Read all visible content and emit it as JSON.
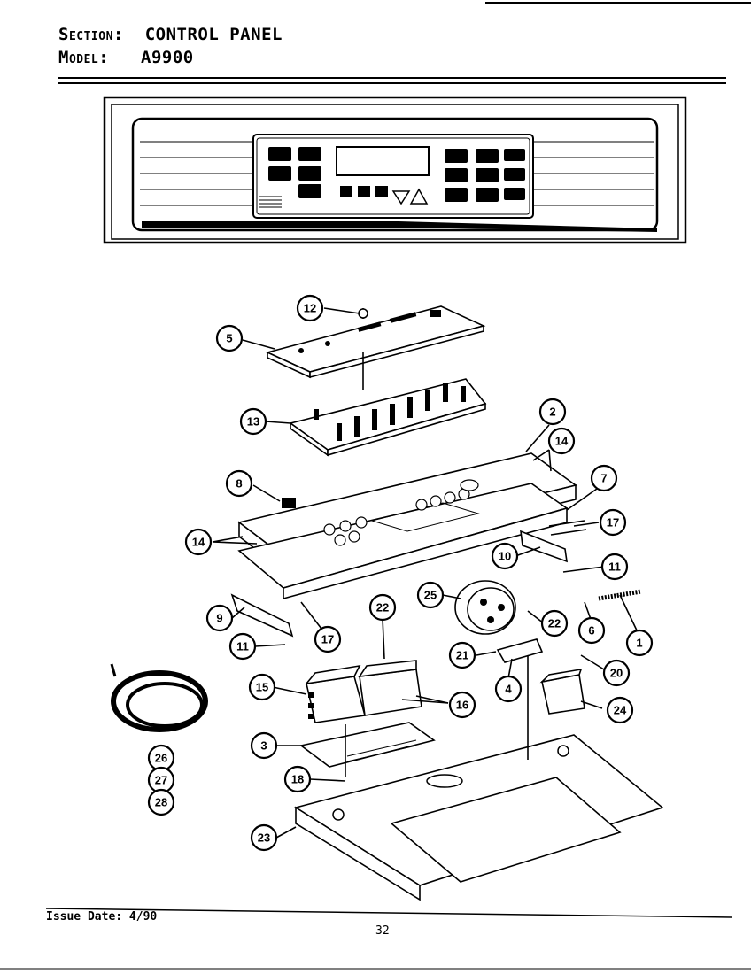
{
  "header": {
    "section_label": "Section:",
    "section_value": "CONTROL PANEL",
    "model_label": "Model:",
    "model_value": "A9900"
  },
  "footer": {
    "issue_date": "Issue Date: 4/90",
    "page_number": "32"
  },
  "callouts": [
    "12",
    "5",
    "13",
    "2",
    "14",
    "8",
    "7",
    "17",
    "14",
    "10",
    "11",
    "9",
    "17",
    "11",
    "22",
    "25",
    "22",
    "6",
    "1",
    "21",
    "4",
    "20",
    "15",
    "16",
    "24",
    "3",
    "18",
    "23",
    "26",
    "27",
    "28"
  ]
}
